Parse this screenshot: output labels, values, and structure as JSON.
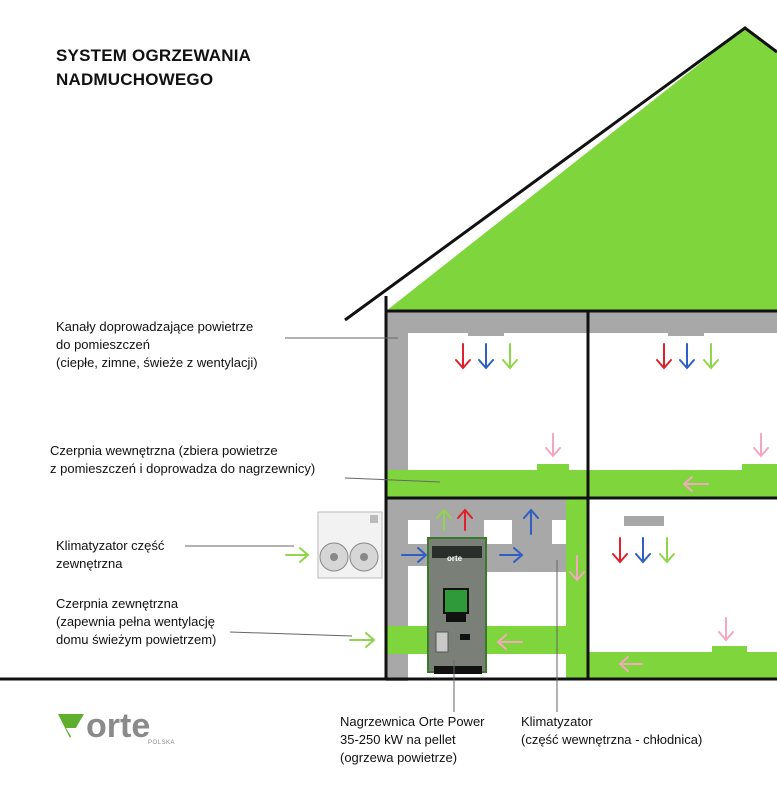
{
  "title": {
    "line1": "SYSTEM OGRZEWANIA",
    "line2": "NADMUCHOWEGO"
  },
  "labels": {
    "kanaly": [
      "Kanały doprowadzające powietrze",
      "do pomieszczeń",
      "(ciepłe, zimne, świeże z wentylacji)"
    ],
    "czerpnia_wew": [
      "Czerpnia wewnętrzna (zbiera powietrze",
      "z pomieszczeń i doprowadza do nagrzewnicy)"
    ],
    "klimatyzator_zew": [
      "Klimatyzator część",
      "zewnętrzna"
    ],
    "czerpnia_zew": [
      "Czerpnia zewnętrzna",
      "(zapewnia pełna wentylację",
      "domu świeżym powietrzem)"
    ],
    "nagrzewnica": [
      "Nagrzewnica Orte Power",
      "35-250 kW na pellet",
      "(ogrzewa powietrze)"
    ],
    "klimatyzator_wew": [
      "Klimatyzator",
      "(część wewnętrzna - chłodnica)"
    ]
  },
  "heater_brand": "orte",
  "logo": {
    "text": "orte",
    "subtext": "POLSKA"
  },
  "colors": {
    "green": "#7ed63c",
    "gray": "#a8a8a8",
    "dark": "#111111",
    "red": "#e0202a",
    "blue": "#2f5fc4",
    "lightgreen": "#8fd64a",
    "pink": "#f4a8c0",
    "logo_green": "#5fae2e",
    "logo_gray": "#8a8a8a"
  }
}
